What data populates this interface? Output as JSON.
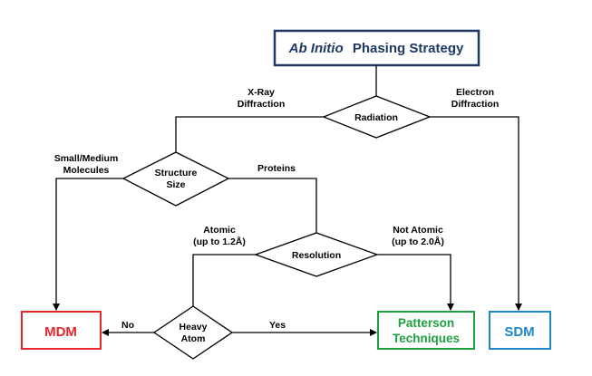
{
  "title": {
    "part1": "Ab Initio",
    "part2": "Phasing  Strategy",
    "color": "#1F3864",
    "border": "#1F3864"
  },
  "decisions": {
    "radiation": "Radiation",
    "structure_size": [
      "Structure",
      "Size"
    ],
    "resolution": "Resolution",
    "heavy_atom": [
      "Heavy",
      "Atom"
    ]
  },
  "edges": {
    "xray": [
      "X-Ray",
      "Diffraction"
    ],
    "electron": [
      "Electron",
      "Diffraction"
    ],
    "small_medium": [
      "Small/Medium",
      "Molecules"
    ],
    "proteins": "Proteins",
    "atomic": [
      "Atomic",
      "(up to 1.2Å)"
    ],
    "not_atomic": [
      "Not Atomic",
      "(up to 2.0Å)"
    ],
    "no": "No",
    "yes": "Yes"
  },
  "outcomes": {
    "mdm": {
      "label": "MDM",
      "color": "#E8262C"
    },
    "patterson": {
      "label": [
        "Patterson",
        "Techniques"
      ],
      "color": "#1FA040"
    },
    "sdm": {
      "label": "SDM",
      "color": "#1E88C8"
    }
  }
}
